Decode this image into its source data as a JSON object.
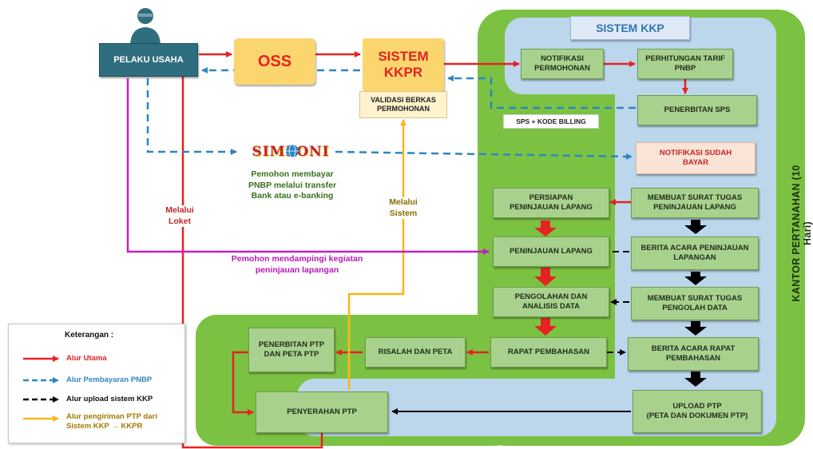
{
  "colors": {
    "main_flow": "#e52320",
    "payment_flow": "#2e86c1",
    "upload_flow": "#000000",
    "ptp_flow": "#f7b719",
    "companion_flow": "#c51fc4",
    "zone_green": "#7cc242",
    "zone_blue": "#bcd6ec",
    "box_green": "#a9d18e"
  },
  "actors": {
    "pelaku_usaha": "PELAKU USAHA",
    "oss": "OSS",
    "sistem_kkpr": "SISTEM\nKKPR",
    "validasi": "VALIDASI BERKAS\nPERMOHONAN",
    "simponi_logo": "SIMPONI",
    "simponi_caption": "Pemohon membayar\nPNBP melalui transfer\nBank atau e-banking"
  },
  "zones": {
    "sistem_kkp_title": "SISTEM KKP",
    "kantor_pertanahan": "KANTOR PERTANAHAN (10 Hari)",
    "sps_kode_billing": "SPS + KODE BILLING"
  },
  "steps": {
    "notifikasi_permohonan": "NOTIFIKASI\nPERMOHONAN",
    "perhitungan_tarif": "PERHITUNGAN TARIF\nPNBP",
    "penerbitan_sps": "PENERBITAN SPS",
    "notifikasi_bayar": "NOTIFIKASI SUDAH\nBAYAR",
    "membuat_surat_tugas_peninjauan": "MEMBUAT SURAT TUGAS\nPENINJAUAN LAPANG",
    "persiapan_peninjauan": "PERSIAPAN\nPENINJAUAN LAPANG",
    "peninjauan_lapang": "PENINJAUAN LAPANG",
    "berita_acara_peninjauan": "BERITA ACARA PENINJAUAN\nLAPANGAN",
    "membuat_surat_tugas_pengolah": "MEMBUAT SURAT TUGAS\nPENGOLAH DATA",
    "pengolahan_analisis": "PENGOLAHAN DAN\nANALISIS DATA",
    "rapat_pembahasan": "RAPAT PEMBAHASAN",
    "berita_acara_rapat": "BERITA ACARA RAPAT\nPEMBAHASAN",
    "risalah_peta": "RISALAH DAN PETA",
    "penerbitan_ptp": "PENERBITAN PTP\nDAN PETA PTP",
    "penyerahan_ptp": "PENYERAHAN PTP",
    "upload_ptp": "UPLOAD PTP\n(PETA DAN DOKUMEN PTP)"
  },
  "labels": {
    "melalui_loket": "Melalui\nLoket",
    "melalui_sistem": "Melalui\nSistem",
    "pendampingan": "Pemohon mendampingi kegiatan\npeninjauan lapangan"
  },
  "legend": {
    "title": "Keterangan :",
    "items": [
      {
        "label": "Alur Utama",
        "color": "#e52320",
        "style": "solid"
      },
      {
        "label": "Alur Pembayaran PNBP",
        "color": "#2e86c1",
        "style": "dashed"
      },
      {
        "label": "Alur upload sistem KKP",
        "color": "#000000",
        "style": "dashed"
      },
      {
        "label": "Alur pengiriman PTP dari\nSistem KKP → KKPR",
        "color": "#f7b719",
        "style": "solid"
      }
    ]
  }
}
